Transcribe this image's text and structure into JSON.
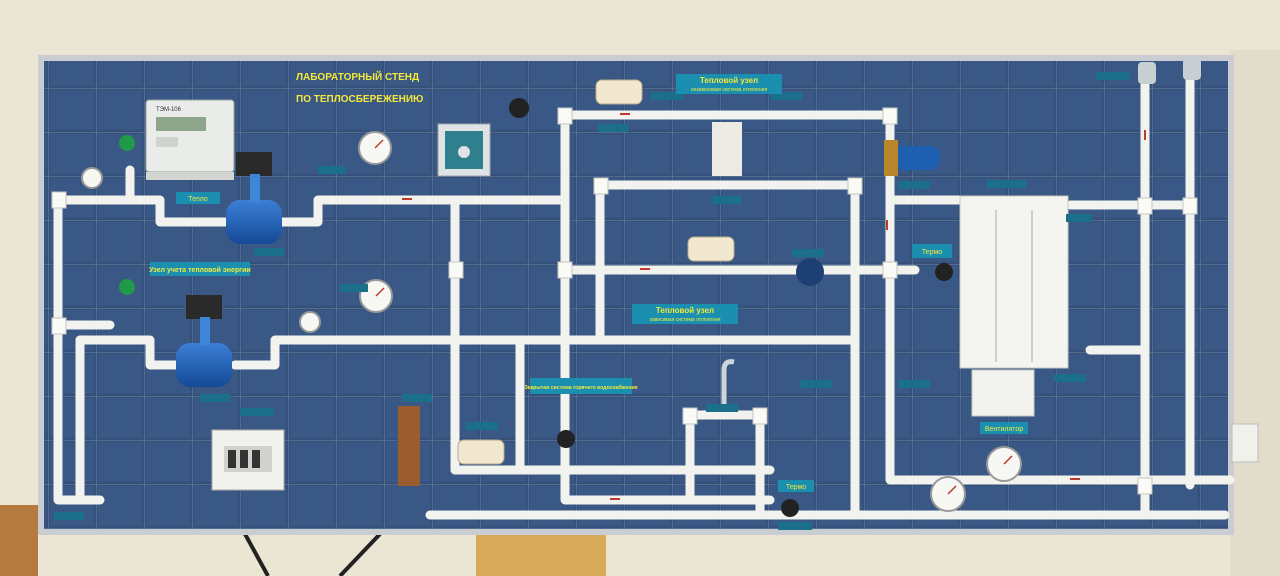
{
  "stand": {
    "title_line1": "ЛАБОРАТОРНЫЙ СТЕНД",
    "title_line2": "ПО ТЕПЛОСБЕРЕЖЕНИЮ"
  },
  "labels": {
    "heat_node_independent_title": "Тепловой узел",
    "heat_node_independent_sub": "независимая система отопления",
    "heat_node_dependent_title": "Тепловой узел",
    "heat_node_dependent_sub": "зависимая система отопления",
    "metering_node": "Узел учета тепловой энергии",
    "closed_hot_water": "Закрытая система горячего водоснабжения",
    "fan_coil": "Вентилятор",
    "thermo_left": "Тепло",
    "thermo_right": "Термо",
    "thermo_bottom": "Термо"
  },
  "meter": {
    "model": "ТЭМ-106"
  },
  "colors": {
    "board": "#2f4a6e",
    "pipe": "#f2f2ee",
    "label_bg": "#1b8fb0",
    "label_text": "#f4e83a",
    "flowmeter": "#1f5fb8"
  }
}
